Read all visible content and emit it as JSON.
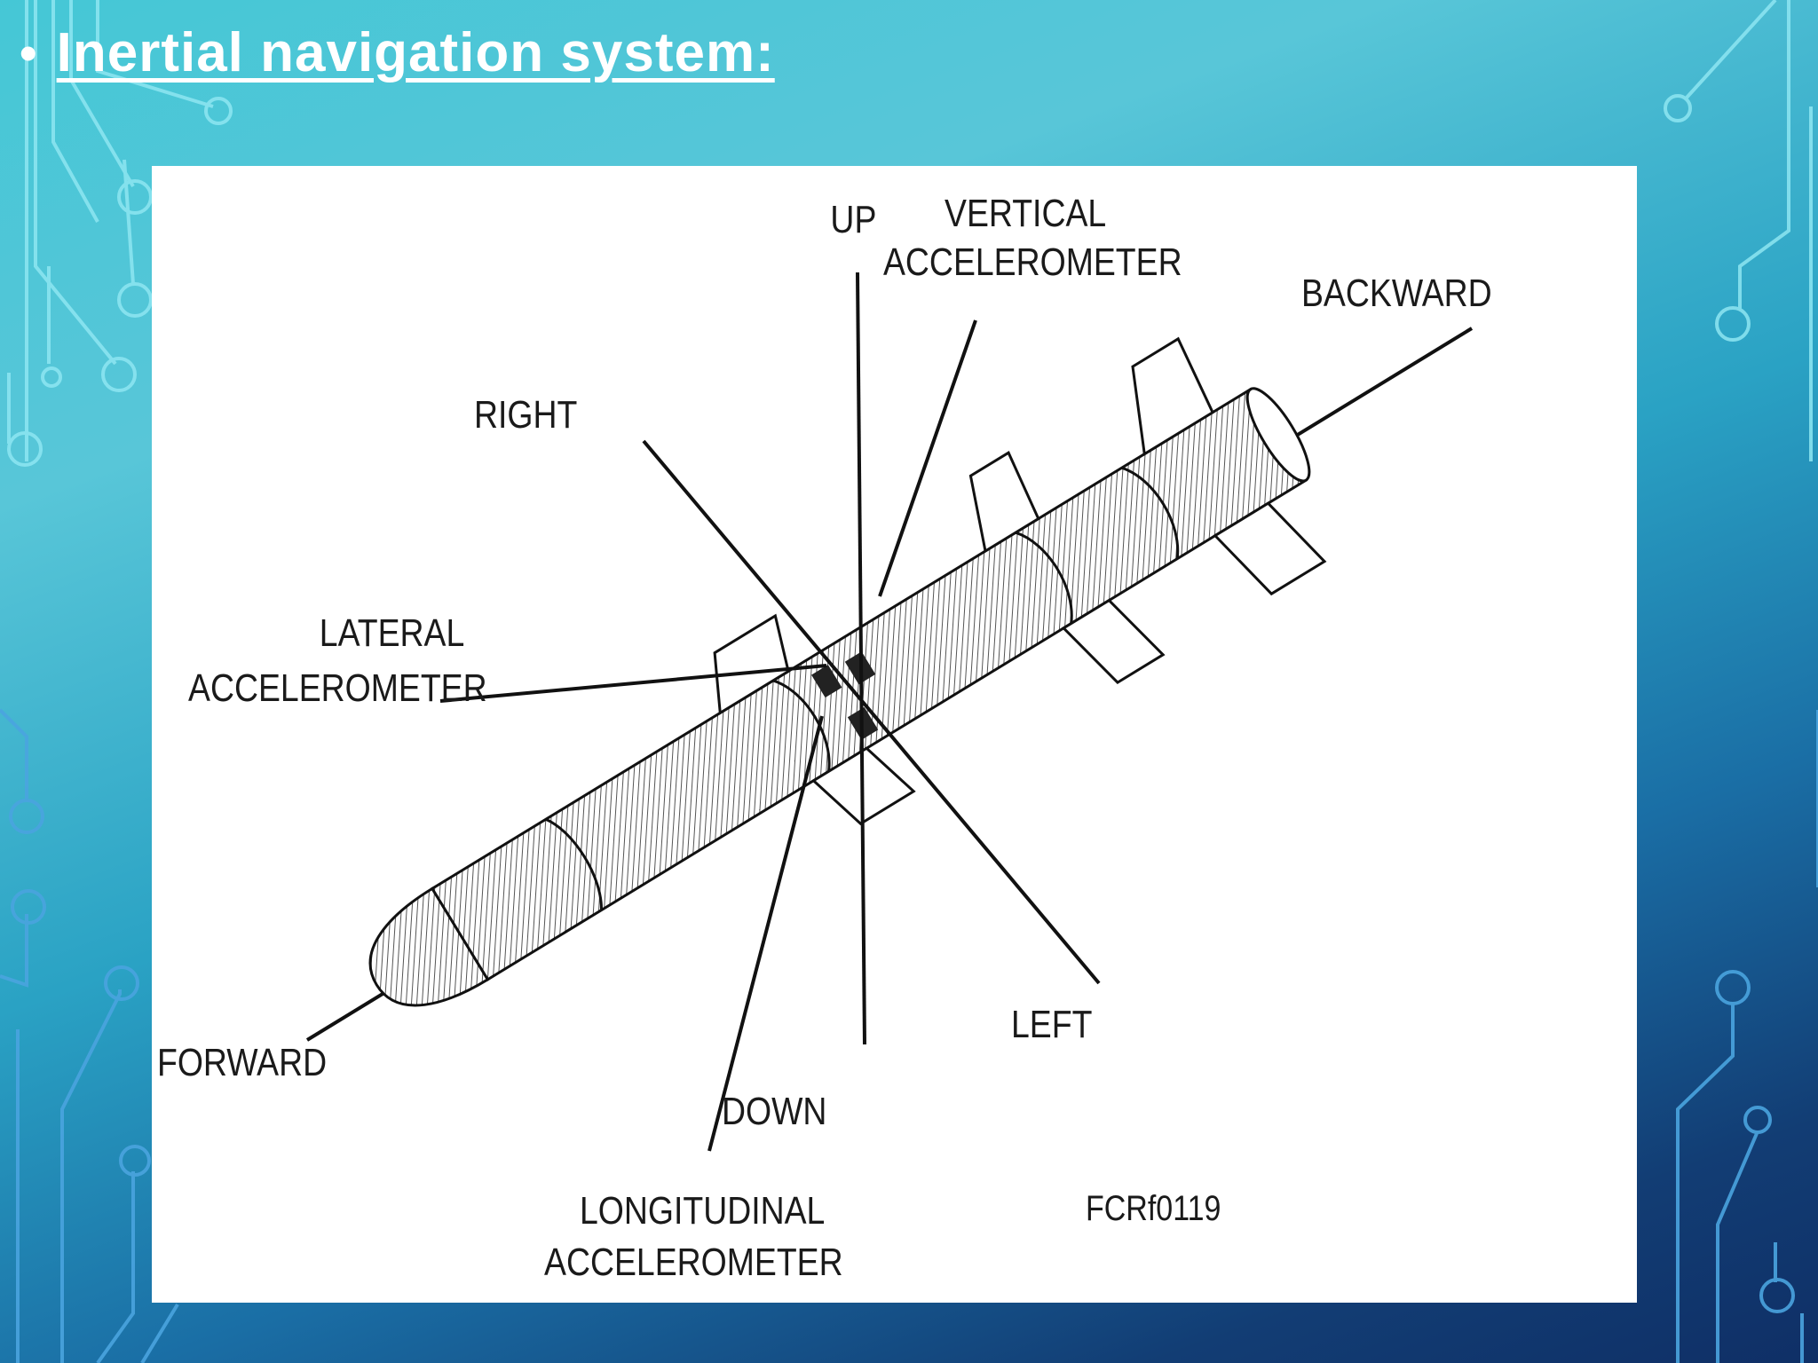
{
  "slide": {
    "bullet": "•",
    "title": "Inertial navigation system:"
  },
  "diagram": {
    "labels": {
      "up": "UP",
      "vertical_accelerometer_line1": "VERTICAL",
      "vertical_accelerometer_line2": "ACCELEROMETER",
      "backward": "BACKWARD",
      "right": "RIGHT",
      "lateral_accelerometer_line1": "LATERAL",
      "lateral_accelerometer_line2": "ACCELEROMETER",
      "forward": "FORWARD",
      "left": "LEFT",
      "down": "DOWN",
      "longitudinal_accelerometer_line1": "LONGITUDINAL",
      "longitudinal_accelerometer_line2": "ACCELEROMETER",
      "figure_code": "FCRf0119"
    }
  },
  "colors": {
    "background_top": "#45c7d6",
    "background_bottom": "#0f2f66",
    "circuit_light": "#7fe0ee",
    "circuit_dark": "#4a9fd8"
  }
}
